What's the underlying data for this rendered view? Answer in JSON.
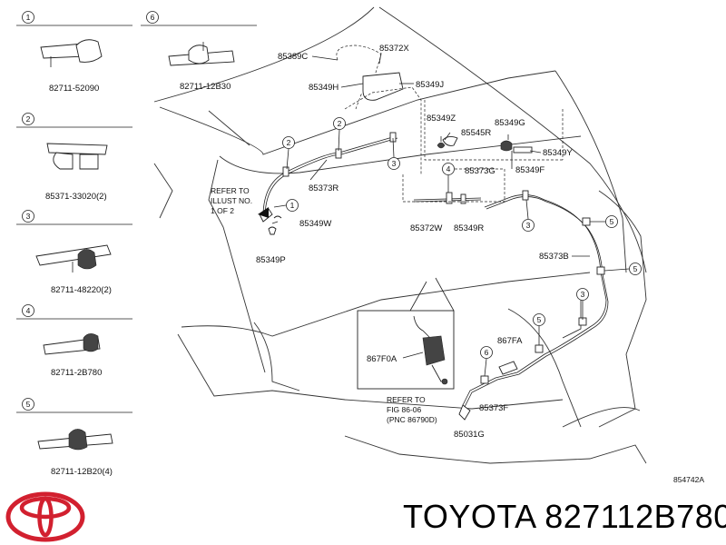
{
  "legend": [
    {
      "num": "1",
      "part": "82711-52090"
    },
    {
      "num": "2",
      "part": "85371-33020(2)"
    },
    {
      "num": "3",
      "part": "82711-48220(2)"
    },
    {
      "num": "4",
      "part": "82711-2B780"
    },
    {
      "num": "5",
      "part": "82711-12B20(4)"
    },
    {
      "num": "6",
      "part": "82711-12B30"
    }
  ],
  "labels": {
    "p85389C": "85389C",
    "p85372X": "85372X",
    "p85349H": "85349H",
    "p85349J": "85349J",
    "p85349Z": "85349Z",
    "p85545R": "85545R",
    "p85349G": "85349G",
    "p85349Y": "85349Y",
    "p85349F": "85349F",
    "p85373G": "85373G",
    "p85372W": "85372W",
    "p85349R": "85349R",
    "p85373R": "85373R",
    "p85349W": "85349W",
    "p85349P": "85349P",
    "p85373B": "85373B",
    "p867F0A": "867F0A",
    "p867FA": "867FA",
    "p85373F": "85373F",
    "p85031G": "85031G"
  },
  "notes": {
    "refer_illust": [
      "REFER TO",
      "ILLUST NO.",
      "1 OF 2"
    ],
    "refer_fig": [
      "REFER TO",
      "FIG 86-06",
      "(PNC 86790D)"
    ]
  },
  "diagram_code": "854742A",
  "brand": "TOYOTA 827112B780",
  "logo": "toyota-emblem"
}
